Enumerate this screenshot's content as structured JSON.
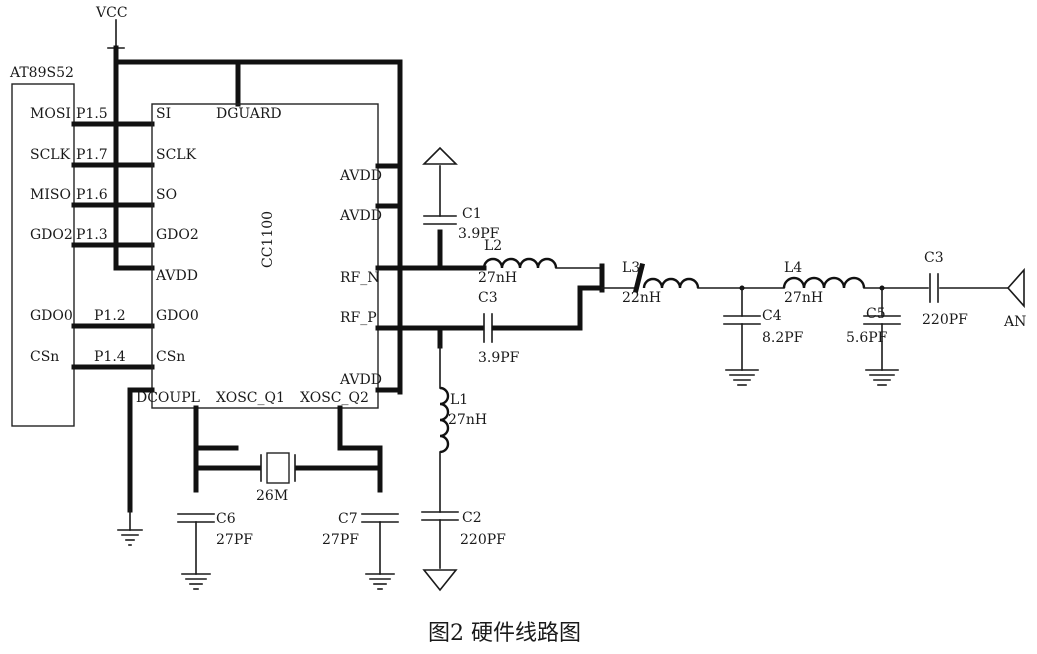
{
  "power": {
    "vcc": "VCC"
  },
  "mcu": {
    "name": "AT89S52",
    "signals": [
      "MOSI",
      "SCLK",
      "MISO",
      "GDO2",
      "GDO0",
      "CSn"
    ],
    "ports": [
      "P1.5",
      "P1.7",
      "P1.6",
      "P1.3",
      "P1.2",
      "P1.4"
    ]
  },
  "chip": {
    "name": "CC1100",
    "top_pin": "DGUARD",
    "left_pins": [
      "SI",
      "SCLK",
      "SO",
      "GDO2",
      "AVDD",
      "GDO0",
      "CSn"
    ],
    "right_pins": [
      "AVDD",
      "AVDD",
      "RF_N",
      "RF_P",
      "AVDD"
    ],
    "bottom_pins": [
      "DCOUPL",
      "XOSC_Q1",
      "XOSC_Q2"
    ]
  },
  "components": {
    "c1": {
      "name": "C1",
      "value": "3.9PF"
    },
    "l2": {
      "name": "L2",
      "value": "27nH"
    },
    "c3a": {
      "name": "C3",
      "value": "3.9PF"
    },
    "l1": {
      "name": "L1",
      "value": "27nH"
    },
    "c2": {
      "name": "C2",
      "value": "220PF"
    },
    "l3": {
      "name": "L3",
      "value": "22nH"
    },
    "c4": {
      "name": "C4",
      "value": "8.2PF"
    },
    "l4": {
      "name": "L4",
      "value": "27nH"
    },
    "c5": {
      "name": "C5",
      "value": "5.6PF"
    },
    "c3b": {
      "name": "C3",
      "value": "220PF"
    },
    "c6": {
      "name": "C6",
      "value": "27PF"
    },
    "c7": {
      "name": "C7",
      "value": "27PF"
    },
    "xtal": {
      "value": "26M"
    },
    "antenna": {
      "name": "AN"
    }
  },
  "caption": "图2 硬件线路图"
}
